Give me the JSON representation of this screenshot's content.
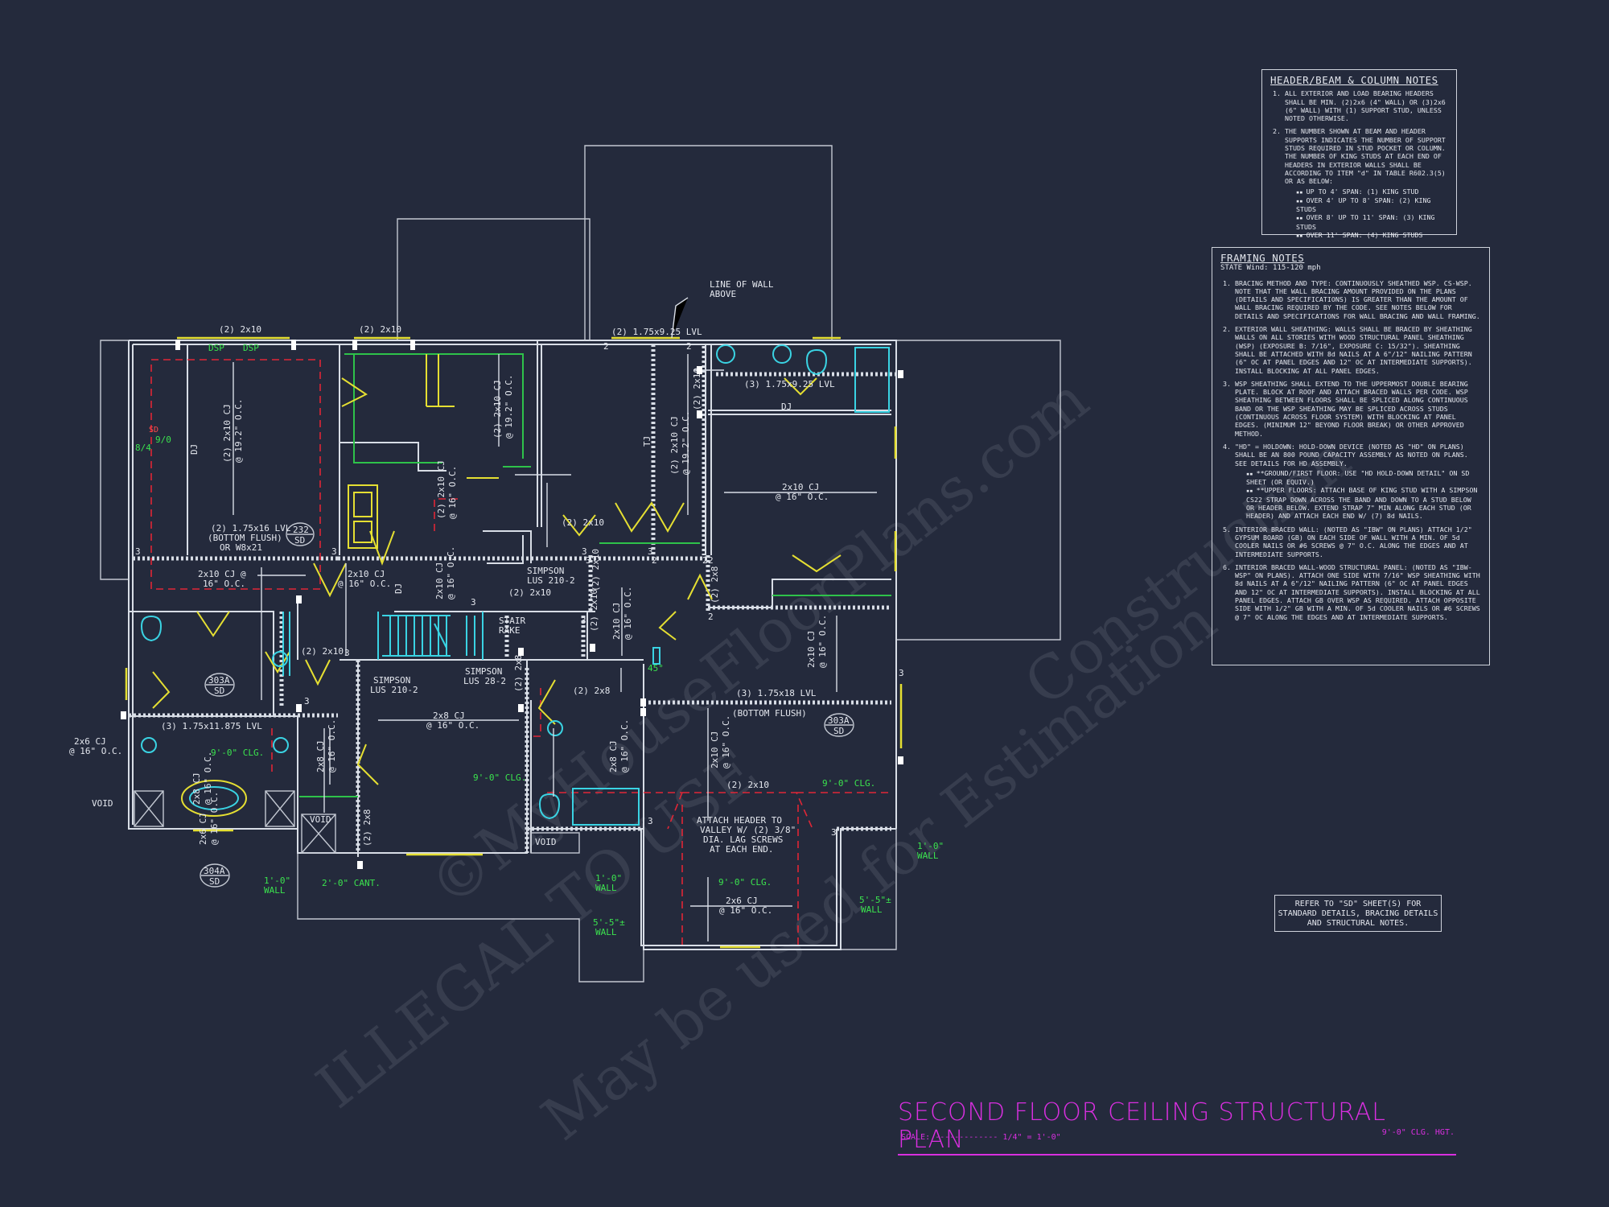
{
  "title": {
    "main": "SECOND FLOOR CEILING STRUCTURAL PLAN",
    "scale": "SCALE: ------------- 1/4\" = 1'-0\"",
    "clg": "9'-0\" CLG. HGT."
  },
  "header_notes": {
    "heading": "HEADER/BEAM & COLUMN NOTES",
    "items": [
      "ALL EXTERIOR AND LOAD BEARING HEADERS SHALL BE MIN. (2)2x6 (4\" WALL) OR (3)2x6 (6\" WALL) WITH (1) SUPPORT STUD, UNLESS NOTED OTHERWISE.",
      "THE NUMBER SHOWN AT BEAM AND HEADER SUPPORTS INDICATES THE NUMBER OF SUPPORT STUDS REQUIRED IN STUD POCKET OR COLUMN. THE NUMBER OF KING STUDS AT EACH END OF HEADERS IN EXTERIOR WALLS SHALL BE ACCORDING TO ITEM \"d\" IN TABLE R602.3(5) OR AS BELOW:"
    ],
    "bullets": [
      "UP TO 4' SPAN: (1) KING STUD",
      "OVER 4' UP TO 8' SPAN: (2) KING STUDS",
      "OVER 8' UP TO 11' SPAN: (3) KING STUDS",
      "OVER 11' SPAN: (4) KING STUDS"
    ]
  },
  "framing_notes": {
    "heading": "FRAMING NOTES",
    "subheading": "STATE Wind: 115-120 mph",
    "items": [
      "BRACING METHOD AND TYPE: CONTINUOUSLY SHEATHED WSP. CS-WSP. NOTE THAT THE WALL BRACING AMOUNT PROVIDED ON THE PLANS (DETAILS AND SPECIFICATIONS) IS GREATER THAN THE AMOUNT OF WALL BRACING REQUIRED BY THE CODE. SEE NOTES BELOW FOR DETAILS AND SPECIFICATIONS FOR WALL BRACING AND WALL FRAMING.",
      "EXTERIOR WALL SHEATHING: WALLS SHALL BE BRACED BY SHEATHING WALLS ON ALL STORIES WITH WOOD STRUCTURAL PANEL SHEATHING (WSP) (EXPOSURE B: 7/16\", EXPOSURE C: 15/32\"). SHEATHING SHALL BE ATTACHED WITH 8d NAILS AT A 6\"/12\" NAILING PATTERN (6\" OC AT PANEL EDGES AND 12\" OC AT INTERMEDIATE SUPPORTS). INSTALL BLOCKING AT ALL PANEL EDGES.",
      "WSP SHEATHING SHALL EXTEND TO THE UPPERMOST DOUBLE BEARING PLATE. BLOCK AT ROOF AND ATTACH BRACED WALLS PER CODE. WSP SHEATHING BETWEEN FLOORS SHALL BE SPLICED ALONG CONTINUOUS BAND OR THE WSP SHEATHING MAY BE SPLICED ACROSS STUDS (CONTINUOUS ACROSS FLOOR SYSTEM) WITH BLOCKING AT PANEL EDGES. (MINIMUM 12\" BEYOND FLOOR BREAK) OR OTHER APPROVED METHOD.",
      "\"HD\" = HOLDOWN: HOLD-DOWN DEVICE (NOTED AS \"HD\" ON PLANS) SHALL BE AN 800 POUND CAPACITY ASSEMBLY AS NOTED ON PLANS. SEE DETAILS FOR HD ASSEMBLY.",
      "INTERIOR BRACED WALL: (NOTED AS \"IBW\" ON PLANS) ATTACH 1/2\" GYPSUM BOARD (GB) ON EACH SIDE OF WALL WITH A MIN. OF 5d COOLER NAILS OR #6 SCREWS @ 7\" O.C. ALONG THE EDGES AND AT INTERMEDIATE SUPPORTS.",
      "INTERIOR BRACED WALL-WOOD STRUCTURAL PANEL: (NOTED AS \"IBW-WSP\" ON PLANS). ATTACH ONE SIDE WITH 7/16\" WSP SHEATHING WITH 8d NAILS AT A 6\"/12\" NAILING PATTERN (6\" OC AT PANEL EDGES AND 12\" OC AT INTERMEDIATE SUPPORTS). INSTALL BLOCKING AT ALL PANEL EDGES. ATTACH GB OVER WSP AS REQUIRED. ATTACH OPPOSITE SIDE WITH 1/2\" GB WITH A MIN. OF 5d COOLER NAILS OR #6 SCREWS @ 7\" OC ALONG THE EDGES AND AT INTERMEDIATE SUPPORTS."
    ],
    "hd_bullets": [
      "**GROUND/FIRST FLOOR: USE \"HD HOLD-DOWN DETAIL\" ON SD SHEET (OR EQUIV.)",
      "**UPPER FLOORS: ATTACH BASE OF KING STUD WITH A SIMPSON CS22 STRAP DOWN ACROSS THE BAND AND DOWN TO A STUD BELOW OR HEADER BELOW. EXTEND STRAP 7\" MIN ALONG EACH STUD (OR HEADER) AND ATTACH EACH END W/ (7) 8d NAILS."
    ]
  },
  "ref_note": "REFER TO \"SD\" SHEET(S) FOR STANDARD DETAILS, BRACING DETAILS AND STRUCTURAL NOTES.",
  "watermarks": [
    "©MyHouseFloorPlans.com",
    "ILLEGAL TO USE",
    "May be used for Estimation",
    "Construction"
  ],
  "labels": {
    "l1": "(2) 2x10",
    "l2": "(2) 2x10",
    "l3": "(2) 1.75x9.25 LVL",
    "l4": "DSP",
    "l5": "DSP",
    "l6": "LINE OF WALL",
    "l7": "ABOVE",
    "l8": "(2) 2x10 CJ",
    "l9": "@ 19.2\" O.C.",
    "l10": "DJ",
    "l11": "(2) 2x10 CJ",
    "l12": "@ 19.2\" O.C.",
    "l13": "(3) 1.75x9.25 LVL",
    "l14": "DJ",
    "l15": "(2) 2x10 CJ",
    "l16": "@ 19.2\" O.C.",
    "l17": "TJ",
    "l18": "(2) 2x10",
    "l19": "2x10 CJ",
    "l20": "@ 16\" O.C.",
    "l21": "(2) 1.75x16 LVL",
    "l22": "(BOTTOM FLUSH)",
    "l23": "OR W8x21",
    "l24": "2x10 CJ @",
    "l25": "16\" O.C.",
    "l26": "2x10 CJ",
    "l27": "@ 16\" O.C.",
    "l28": "DJ",
    "l29": "SIMPSON",
    "l30": "LUS 210-2",
    "l31": "(2) 2x10",
    "l32": "(2) 2x10",
    "l33": "STAIR",
    "l34": "RAKE",
    "l35": "(2) 2x10",
    "l36": "(2) 2x10",
    "l37": "2x10 CJ",
    "l38": "@ 16\" O.C.",
    "l39": "2x10 CJ",
    "l40": "@ 16\" O.C.",
    "l41": "SIMPSON",
    "l42": "LUS 210-2",
    "l43": "SIMPSON",
    "l44": "LUS 28-2",
    "l45": "(3) 1.75x11.875 LVL",
    "l46": "2x8 CJ",
    "l47": "@ 16\" O.C.",
    "l48": "(2) 2x8",
    "l49": "(3) 1.75x18 LVL",
    "l50": "(BOTTOM FLUSH)",
    "l51": "2x6 CJ",
    "l52": "@ 16\" O.C.",
    "l53": "VOID",
    "l54": "VOID",
    "l55": "VOID",
    "l56": "2x8 CJ",
    "l57": "@ 16\" O.C.",
    "l58": "2x8 CJ",
    "l59": "@ 16\" O.C.",
    "l60": "2x8 CJ",
    "l61": "@ 16\" O.C.",
    "l62": "(2) 2x10",
    "l63": "ATTACH HEADER TO",
    "l64": "VALLEY W/ (2) 3/8\"",
    "l65": "DIA. LAG SCREWS",
    "l66": "AT EACH END.",
    "l67": "2x6 CJ",
    "l68": "@ 16\" O.C.",
    "l69": "(2) 2x8",
    "l70": "2x10 CJ",
    "l71": "@ 16\" O.C.",
    "l72": "(2) 2x8",
    "l73": "(2) 2x10 CJ",
    "l74": "@ 16\" O.C.",
    "l75": "2x10 CJ",
    "l76": "@ 16\" O.C.",
    "l77": "(2) 2x10",
    "l78": "(2) 2x8",
    "l79": "2x6 CJ",
    "l80": "@ 16\" O.C."
  },
  "green_labels": {
    "g1": "9'-0\" CLG.",
    "g2": "9'-0\" CLG.",
    "g3": "9'-0\" CLG.",
    "g4": "9'-0\" CLG.",
    "g5": "1'-0\"",
    "g6": "WALL",
    "g7": "1'-0\"",
    "g8": "WALL",
    "g9": "1'-0\"",
    "g10": "WALL",
    "g11": "2'-0\" CANT.",
    "g12": "5'-5\"±",
    "g13": "WALL",
    "g14": "5'-5\"±",
    "g15": "WALL",
    "g16": "8/4",
    "g17": "9/0",
    "g18": "45°"
  },
  "red_labels": {
    "r1": "SD"
  },
  "tags": [
    {
      "top": "232",
      "bot": "SD"
    },
    {
      "top": "303A",
      "bot": "SD"
    },
    {
      "top": "303A",
      "bot": "SD"
    },
    {
      "top": "304A",
      "bot": "SD"
    }
  ],
  "support_numbers": [
    "2",
    "2",
    "3",
    "3",
    "3",
    "3",
    "3",
    "2",
    "2",
    "3",
    "3",
    "3",
    "2",
    "2",
    "3",
    "3",
    "3",
    "3"
  ]
}
